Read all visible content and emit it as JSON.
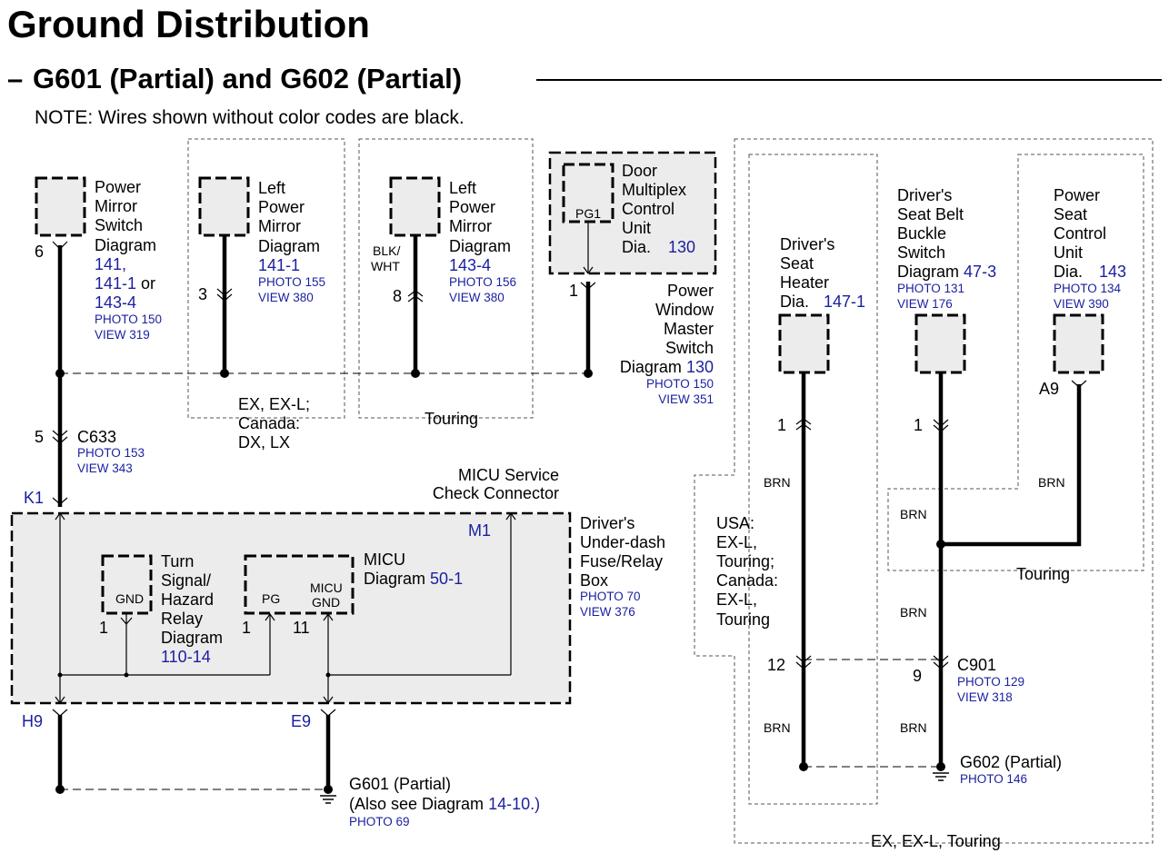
{
  "header": {
    "title": "Ground Distribution",
    "subtitle_dash": "–",
    "subtitle": "G601 (Partial) and G602 (Partial)",
    "note": "NOTE: Wires shown without color codes are black."
  },
  "left": {
    "pm_switch": {
      "lines": [
        "Power",
        "Mirror",
        "Switch",
        "Diagram"
      ],
      "refs": [
        "141,",
        "141-1"
      ],
      "or": " or",
      "ref3": "143-4",
      "photo": "PHOTO 150",
      "view": "VIEW 319",
      "pin": "6"
    },
    "lpm_1": {
      "lines": [
        "Left",
        "Power",
        "Mirror",
        "Diagram"
      ],
      "ref": "141-1",
      "photo": "PHOTO 155",
      "view": "VIEW 380",
      "pin": "3",
      "option": [
        "EX, EX-L;",
        "Canada:",
        "DX, LX"
      ]
    },
    "lpm_2": {
      "lines": [
        "Left",
        "Power",
        "Mirror",
        "Diagram"
      ],
      "ref": "143-4",
      "photo": "PHOTO 156",
      "view": "VIEW 380",
      "pin": "8",
      "wire": [
        "BLK/",
        "WHT"
      ],
      "option": "Touring"
    },
    "door": {
      "lines": [
        "Door",
        "Multiplex",
        "Control",
        "Unit"
      ],
      "dia": "Dia.",
      "ref": "130",
      "pg": "PG1",
      "pin": "1"
    },
    "pwms": {
      "lines": [
        "Power",
        "Window",
        "Master",
        "Switch"
      ],
      "diagram": "Diagram",
      "ref": "130",
      "photo": "PHOTO 150",
      "view": "VIEW 351"
    },
    "c633": {
      "pin": "5",
      "name": "C633",
      "photo": "PHOTO 153",
      "view": "VIEW 343"
    },
    "micu_service": [
      "MICU Service",
      "Check Connector"
    ],
    "fuse_box": {
      "lines": [
        "Driver's",
        "Under-dash",
        "Fuse/Relay",
        "Box"
      ],
      "photo": "PHOTO 70",
      "view": "VIEW 376",
      "k1": "K1",
      "m1": "M1",
      "h9": "H9",
      "e9": "E9"
    },
    "turn": {
      "lines": [
        "Turn",
        "Signal/",
        "Hazard",
        "Relay",
        "Diagram"
      ],
      "ref": "110-14",
      "gnd": "GND",
      "pin": "1"
    },
    "micu": {
      "name": "MICU",
      "diagram": "Diagram",
      "ref": "50-1",
      "pg": "PG",
      "gnd": [
        "MICU",
        "GND"
      ],
      "pin_pg": "1",
      "pin_gnd": "11"
    },
    "g601": {
      "name": "G601 (Partial)",
      "also": "(Also see Diagram",
      "ref": "14-10.)",
      "photo": "PHOTO 69"
    }
  },
  "right": {
    "heater": {
      "lines": [
        "Driver's",
        "Seat",
        "Heater"
      ],
      "dia": "Dia.",
      "ref": "147-1",
      "pin": "1",
      "wire": "BRN"
    },
    "buckle": {
      "lines": [
        "Driver's",
        "Seat Belt",
        "Buckle",
        "Switch"
      ],
      "diagram": "Diagram",
      "ref": "47-3",
      "photo": "PHOTO 131",
      "view": "VIEW 176",
      "pin": "1",
      "wire": "BRN"
    },
    "psc": {
      "lines": [
        "Power",
        "Seat",
        "Control",
        "Unit"
      ],
      "dia": "Dia.",
      "ref": "143",
      "photo": "PHOTO 134",
      "view": "VIEW 390",
      "pin": "A9",
      "wire": "BRN"
    },
    "usa_option": [
      "USA:",
      "EX-L,",
      "Touring;",
      "Canada:",
      "EX-L,",
      "Touring"
    ],
    "touring": "Touring",
    "c901": {
      "pin_left": "12",
      "pin_right": "9",
      "name": "C901",
      "photo": "PHOTO 129",
      "view": "VIEW 318"
    },
    "wire_brn": "BRN",
    "g602": {
      "name": "G602 (Partial)",
      "photo": "PHOTO 146"
    },
    "option": "EX, EX-L, Touring"
  },
  "colors": {
    "reference_blue": "#1a1f9e",
    "component_fill": "#ececec"
  }
}
